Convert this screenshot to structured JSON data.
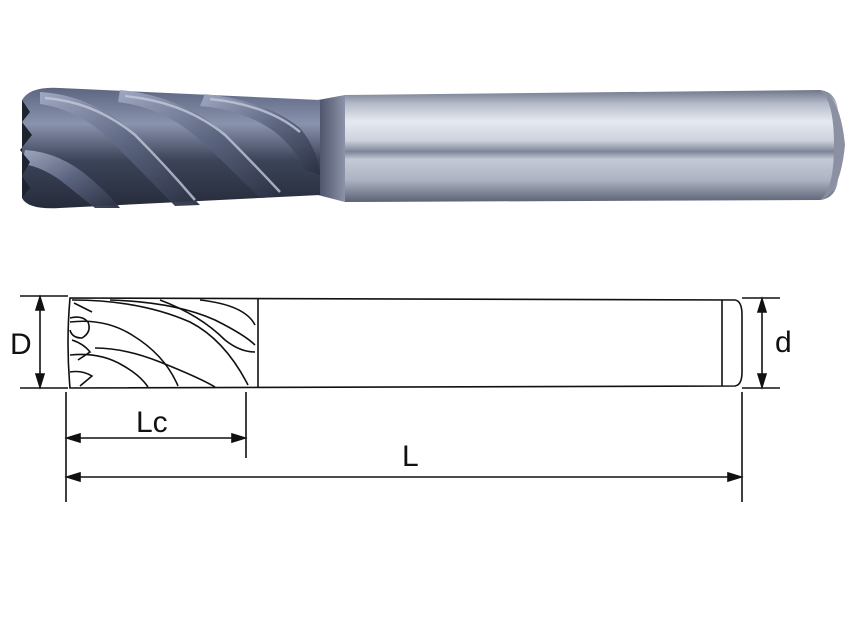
{
  "diagram": {
    "dimension_labels": {
      "diameter_cutting": "D",
      "diameter_shank": "d",
      "length_cutting": "Lc",
      "length_overall": "L"
    }
  },
  "colors": {
    "coating": "#3a4257",
    "shank_light": "#dfe3ec",
    "shank_mid": "#9aa1b4",
    "line": "#111111"
  }
}
